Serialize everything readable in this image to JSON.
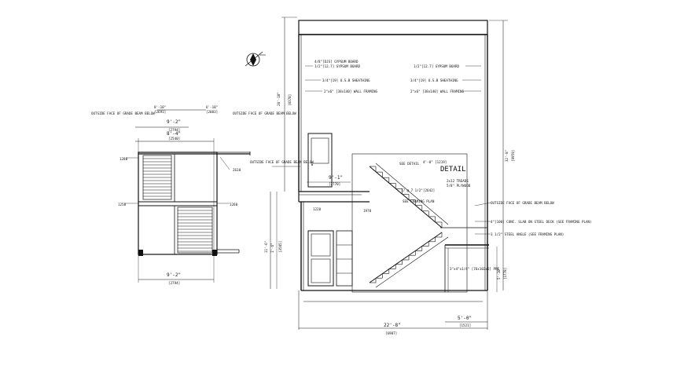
{
  "section": {
    "top_labels_left": [
      "4/8\"[DJS] GYPSUM BOARD",
      "1/2\"[12.7] GYPSUM BOARD",
      "3/4\"[19] O.S.B SHEATHING",
      "2\"x6\" [38x140] WALL FRAMING"
    ],
    "top_labels_right": [
      "1/2\"[12.7] GYPSUM BOARD",
      "3/4\"[19] O.S.B SHEATHING",
      "2\"x6\" [38x140] WALL FRAMING"
    ],
    "overall_height": "28'-10\"",
    "overall_height_mm": "[8378]",
    "right_height": "32'-8\"",
    "right_height_mm": "[9959]",
    "lower_height": "11'-6\"",
    "lower_height_mm": "[3505]",
    "lower_height_b": "1'-6\"",
    "right_lower_dim": "5'-10\"",
    "right_lower_dim_mm": "[1778]",
    "outside_face_left": "OUTSIDE FACE OF GRADE BEAM BELOW",
    "outside_face_right": "OUTSIDE FACE OF GRADE BEAM BELOW",
    "mid_dim": "9'-1\"",
    "mid_dim_mm": "[2770]",
    "elev_1": "1220",
    "elev_2": "1970",
    "detail_label": "DETAIL",
    "stair_notes": [
      "SEE DETAIL",
      "4'-0\" [1219]",
      "17 @ 7 1/2\"",
      "[2642]",
      "SEE FRAMING PLAN",
      "2x12 TREADS",
      "5/8\" PLYWOOD"
    ],
    "slab_note": "4\"[100] CONC. SLAB ON STEEL DECK (SEE FRAMING PLAN)",
    "angle_note": "3 1/2\" STEEL ANGLE (SEE FRAMING PLAN)",
    "bottom_dim_a": "5'-0\"",
    "bottom_dim_a_mm": "[1521]",
    "bottom_dim_b": "22'-8\"",
    "bottom_dim_b_mm": "[6907]",
    "small_note": "3\"x4\"x1/4\" [76x102x6] PRE"
  },
  "plan": {
    "dim_top_a": "8'-10\"",
    "dim_top_a_mm": "[2691]",
    "dim_top_b": "9'-2\"",
    "dim_top_b_mm": "[2794]",
    "dim_top_c": "6'-10\"",
    "dim_top_c_mm": "[2083]",
    "dim_top_d": "8'-4\"",
    "dim_top_d_mm": "[2540]",
    "note_left": "OUTSIDE FACE OF GRADE BEAM BELOW",
    "note_right": "OUTSIDE FACE OF GRADE BEAM BELOW",
    "elev_1280": "1280",
    "elev_1250": "1250",
    "elev_1260": "1260",
    "elev_2610": "2610",
    "dim_bottom": "9'-2\"",
    "dim_bottom_mm": "[2794]"
  }
}
